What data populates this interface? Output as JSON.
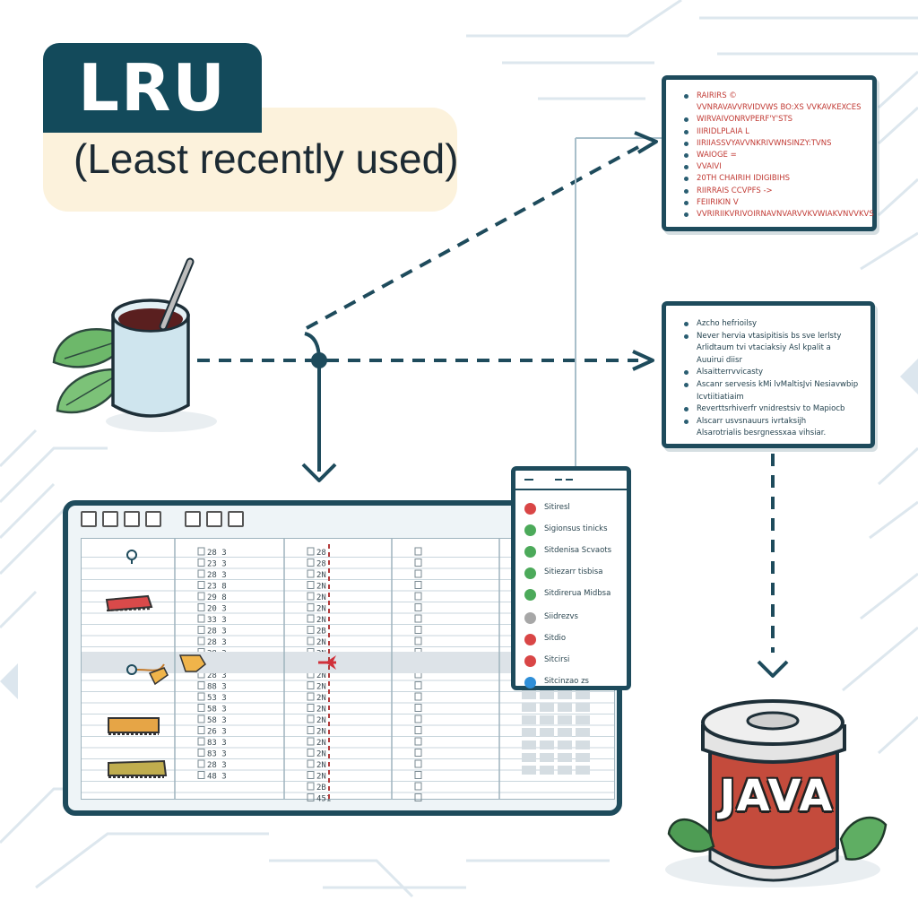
{
  "title": {
    "main": "LRU",
    "sub": "(Least recently used)"
  },
  "colors": {
    "navy": "#134a5b",
    "border": "#1e4b5c",
    "cream": "#fcf2dc",
    "red_text": "#c13a34",
    "java_can": "#c44b3c"
  },
  "icons": {
    "cup": "tea-cup-icon",
    "leaf": "leaf-icon",
    "can": "java-can-icon",
    "arrow": "dashed-arrow-icon"
  },
  "note_panel_a": {
    "items": [
      "RAIRIRS ©",
      "VVNRAVAVVRVIDVWS BO:XS VVKAVKEXCES",
      "WIRVAIVONRVPERF'Y'STS",
      "IIIRIDLPLAIA L",
      "IIRIIASSVYAVVNKRIVWNSINZY:TVNS",
      "WAIOGE =",
      "VVAIVI",
      "20TH CHAIRIH IDIGIBIHS",
      "RIIRRAIS CCVPFS ->",
      "FEIIRIKIN V",
      "VVRIRIIKVRIVOIRNAVNVARVVKVWIAKVNVVKVS"
    ]
  },
  "note_panel_b": {
    "items": [
      "Azcho hefrioilsy",
      "Never hervia vtasipitisis bs sve lerlsty",
      "Arlidtaum tvi vtaciaksiy Asl kpalit a",
      "Auuirui diisr",
      "Alsaitterrvvicasty",
      "Ascanr servesis kMi lvMaltisJvi Nesiavwbip",
      "Icvtiitiatiaim",
      "Reverttsrhiverfr vnidrestsiv to Mapiocb",
      "Alscarr usvsnauurs ivrtaksijh",
      "Alsarotrialis besrgnessxaa vihsiar."
    ]
  },
  "side_list": {
    "items": [
      {
        "label": "Sitiresl",
        "color": "#d94646"
      },
      {
        "label": "Sigionsus tinicks",
        "color": "#4caa5a"
      },
      {
        "label": "Sitdenisa Scvaots",
        "color": "#4caa5a"
      },
      {
        "label": "Sitiezarr tisbisa",
        "color": "#4caa5a"
      },
      {
        "label": "Sitdirerua Midbsa",
        "color": "#4caa5a"
      },
      {
        "label": "Siidrezvs",
        "color": "#a7a7a7"
      },
      {
        "label": "Sitdio",
        "color": "#d94646"
      },
      {
        "label": "Sitcirsi",
        "color": "#d94646"
      },
      {
        "label": "Sitcinzao zs",
        "color": "#2f8fd8"
      }
    ]
  },
  "cache_table": {
    "col1": [
      "28 3",
      "23 3",
      "28 3",
      "23 8",
      "29 8",
      "20 3",
      "33 3",
      "28 3",
      "28 3",
      "28 3",
      "28 3",
      "88 3",
      "53 3",
      "58 3",
      "58 3",
      "26 3",
      "83 3",
      "83 3",
      "28 3",
      "48 3"
    ],
    "col2": [
      "28",
      "28",
      "2N",
      "2N",
      "2N",
      "2N",
      "2N",
      "2B",
      "2N",
      "2N",
      "2N",
      "2N",
      "2N",
      "2N",
      "2N",
      "2N",
      "2N",
      "2N",
      "2N",
      "2N",
      "2B",
      "451"
    ],
    "col3": [
      "",
      "",
      "",
      "",
      "",
      "",
      "",
      "",
      "",
      "",
      "",
      "",
      "",
      "",
      "",
      "",
      "",
      "",
      "",
      "",
      ""
    ]
  },
  "can": {
    "label": "JAVA"
  }
}
